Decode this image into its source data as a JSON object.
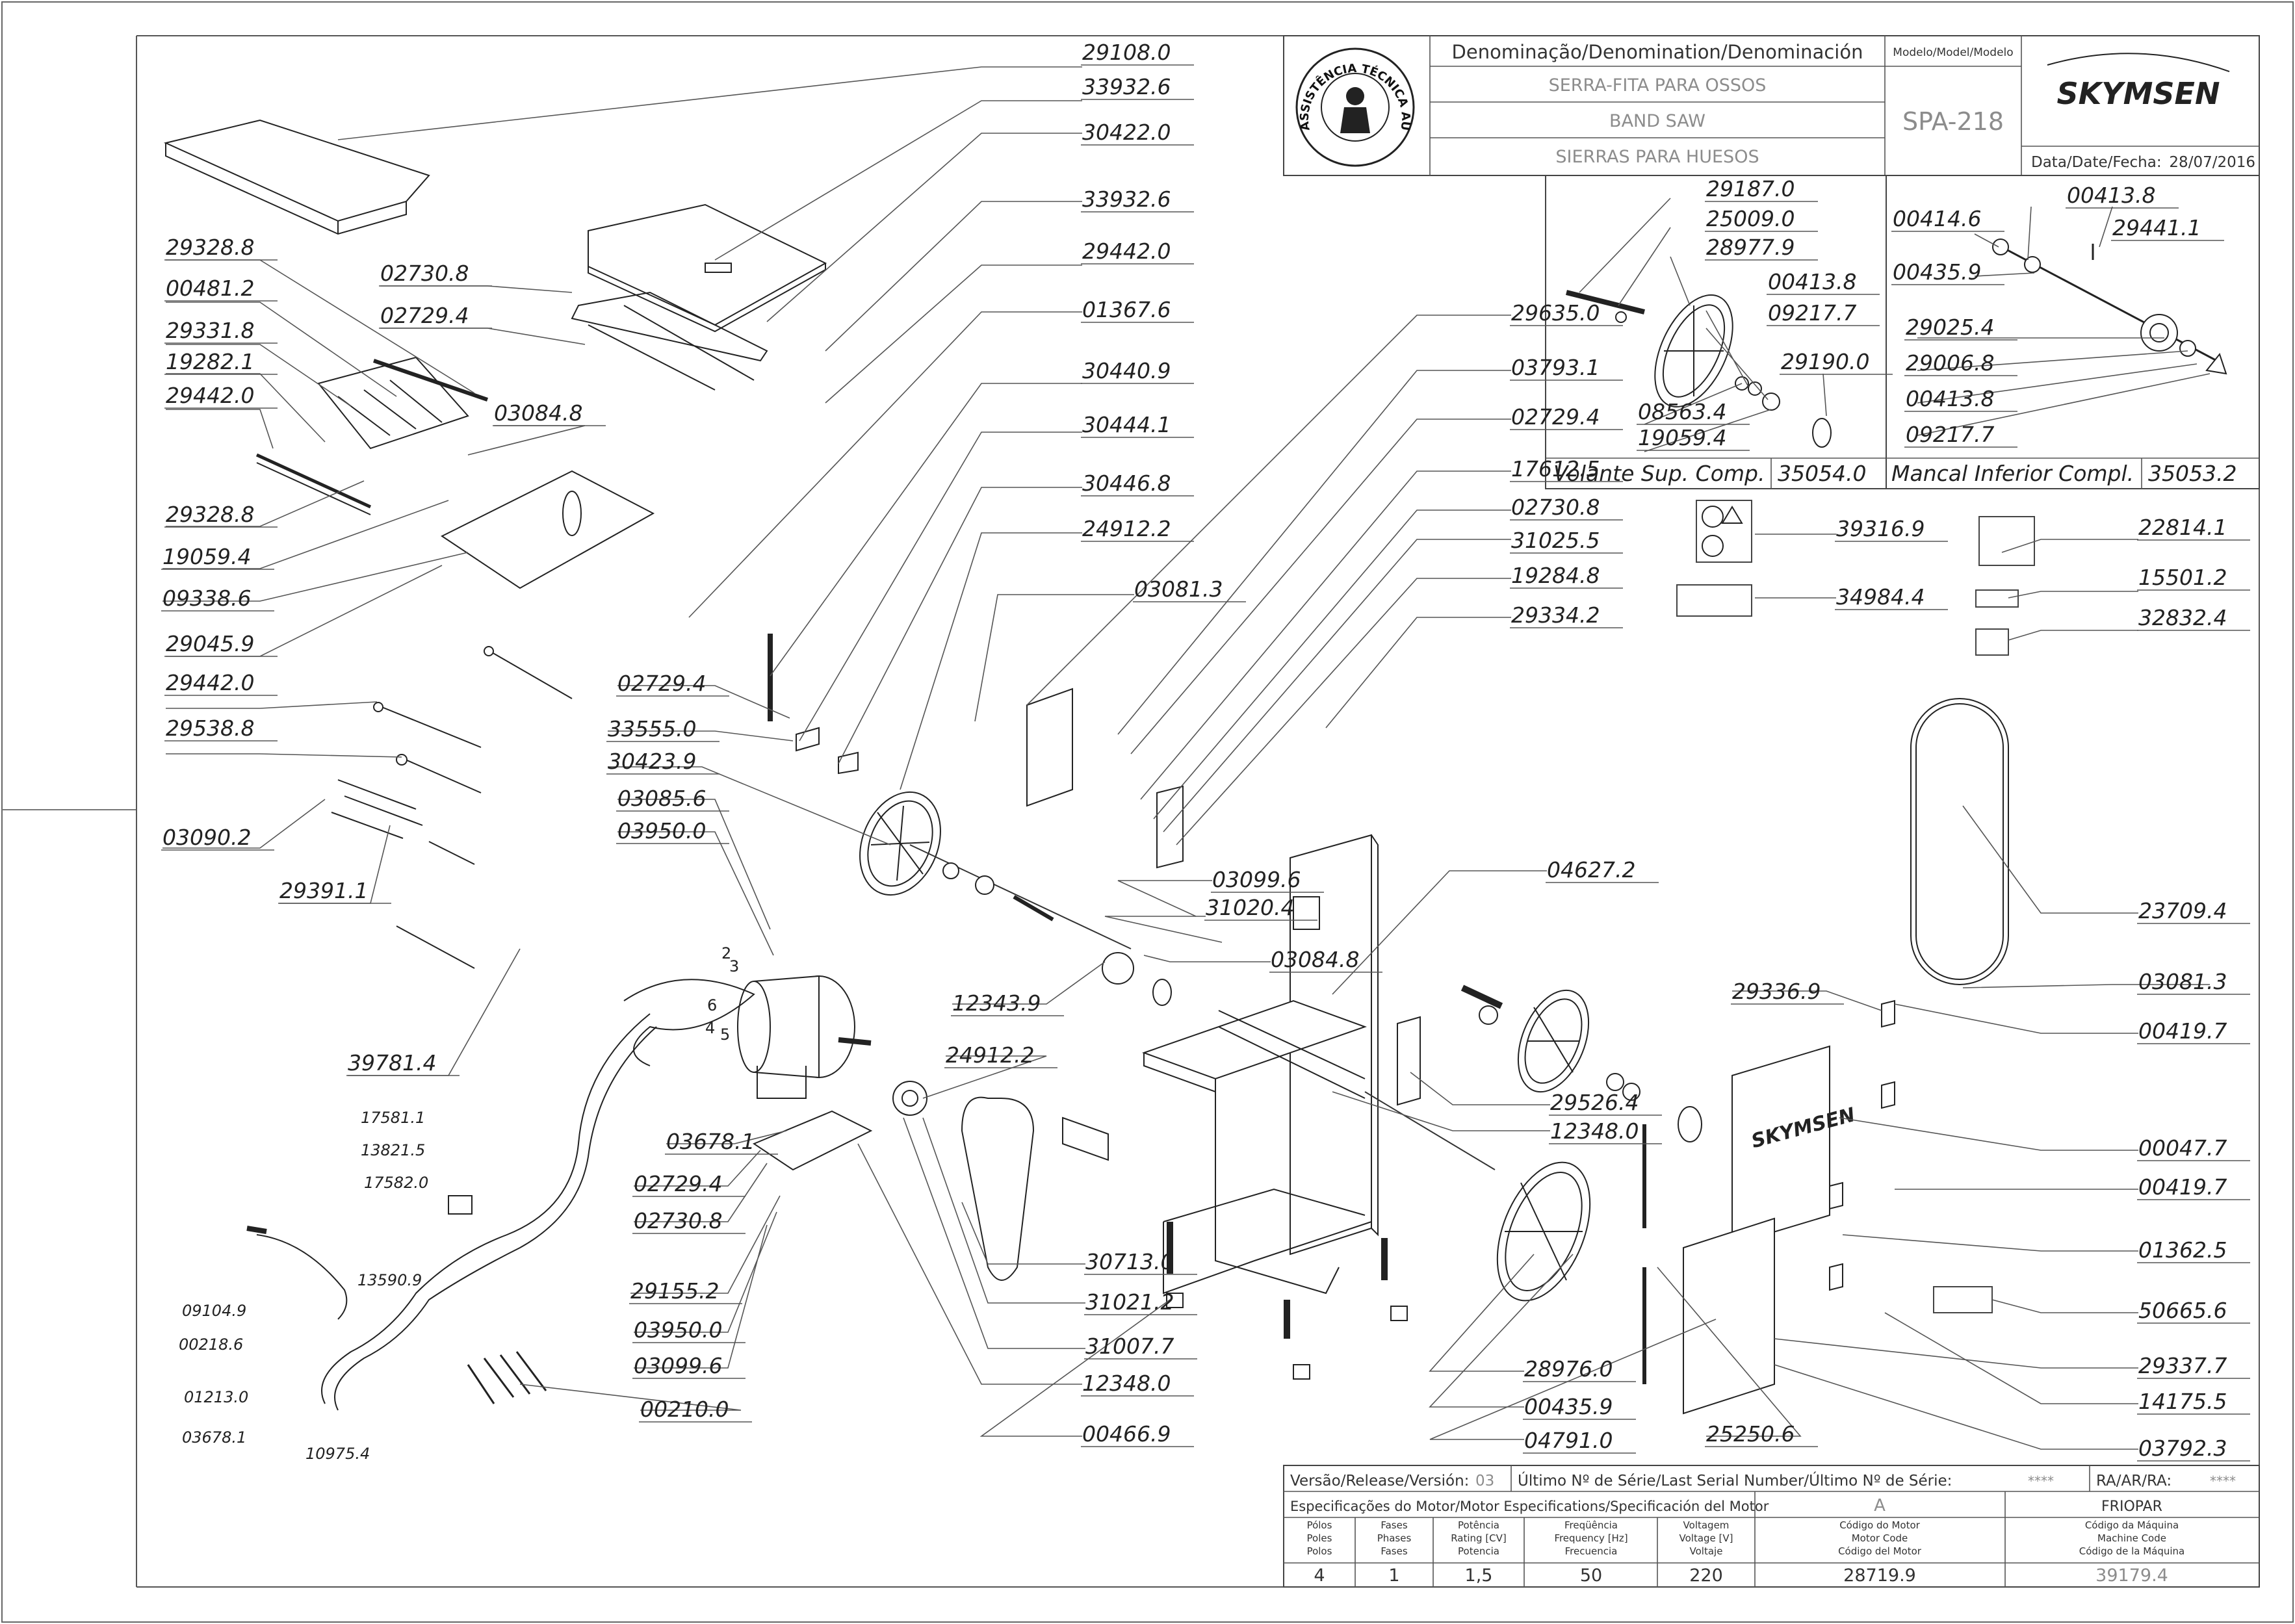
{
  "title_block": {
    "denomination_header": "Denominação/Denomination/Denominación",
    "model_header": "Modelo/Model/Modelo",
    "name_pt": "SERRA-FITA PARA OSSOS",
    "name_en": "BAND SAW",
    "name_es": "SIERRAS PARA HUESOS",
    "model": "SPA-218",
    "brand": "SKYMSEN",
    "date_label": "Data/Date/Fecha:",
    "date": "28/07/2016",
    "seal_text": "ASSISTÊNCIA TÉCNICA AUTORIZADA"
  },
  "subassemblies": [
    {
      "name": "Volante Sup. Comp.",
      "code": "35054.0"
    },
    {
      "name": "Mancal Inferior Compl.",
      "code": "35053.2"
    }
  ],
  "footer": {
    "version_label": "Versão/Release/Versión:",
    "version": "03",
    "serial_label": "Último Nº de Série/Last Serial Number/Último Nº de Série:",
    "serial": "****",
    "ra_label": "RA/AR/RA:",
    "ra": "****",
    "motor_spec_label": "Especificações do Motor/Motor Especifications/Specificación del Motor",
    "motor_supplier_code": "A",
    "motor_supplier": "FRIOPAR",
    "columns": [
      {
        "pt": "Pólos",
        "en": "Poles",
        "es": "Polos",
        "value": "4"
      },
      {
        "pt": "Fases",
        "en": "Phases",
        "es": "Fases",
        "value": "1"
      },
      {
        "pt": "Potência",
        "en": "Rating [CV]",
        "es": "Potencia",
        "value": "1,5"
      },
      {
        "pt": "Freqüência",
        "en": "Frequency [Hz]",
        "es": "Frecuencia",
        "value": "50"
      },
      {
        "pt": "Voltagem",
        "en": "Voltage [V]",
        "es": "Voltaje",
        "value": "220"
      },
      {
        "pt": "Código do Motor",
        "en": "Motor Code",
        "es": "Código del Motor",
        "value": "28719.9"
      },
      {
        "pt": "Código da Máquina",
        "en": "Machine Code",
        "es": "Código de la Máquina",
        "value": "39179.4"
      }
    ]
  },
  "wire_numbers": [
    "2",
    "3",
    "6",
    "4",
    "5"
  ],
  "part_labels": [
    "29108.0",
    "33932.6",
    "30422.0",
    "33932.6",
    "29442.0",
    "01367.6",
    "29328.8",
    "00481.2",
    "29331.8",
    "19282.1",
    "29442.0",
    "29328.8",
    "02730.8",
    "02729.4",
    "03084.8",
    "19059.4",
    "09338.6",
    "29045.9",
    "29442.0",
    "29538.8",
    "03090.2",
    "29391.1",
    "39781.4",
    "30440.9",
    "30444.1",
    "30446.8",
    "24912.2",
    "03081.3",
    "02729.4",
    "33555.0",
    "30423.9",
    "03085.6",
    "03950.0",
    "29635.0",
    "03793.1",
    "02729.4",
    "17612.5",
    "02730.8",
    "31025.5",
    "19284.8",
    "29334.2",
    "03099.6",
    "31020.4",
    "03084.8",
    "12343.9",
    "04627.2",
    "24912.2",
    "29526.4",
    "12348.0",
    "03678.1",
    "02729.4",
    "02730.8",
    "29155.2",
    "03950.0",
    "03099.6",
    "00210.0",
    "30713.0",
    "31021.2",
    "31007.7",
    "12348.0",
    "00466.9",
    "28976.0",
    "00435.9",
    "04791.0",
    "25250.6",
    "29187.0",
    "25009.0",
    "28977.9",
    "00413.8",
    "09217.7",
    "29190.0",
    "08563.4",
    "19059.4",
    "00414.6",
    "00413.8",
    "29441.1",
    "00435.9",
    "29025.4",
    "29006.8",
    "00413.8",
    "09217.7",
    "39316.9",
    "34984.4",
    "22814.1",
    "15501.2",
    "32832.4",
    "23709.4",
    "29336.9",
    "03081.3",
    "00419.7",
    "00047.7",
    "00419.7",
    "01362.5",
    "50665.6",
    "29337.7",
    "14175.5",
    "03792.3"
  ],
  "small_labels": [
    "17581.1",
    "13821.5",
    "17582.0",
    "13590.9",
    "09104.9",
    "00218.6",
    "01213.0",
    "03678.1",
    "10975.4"
  ]
}
